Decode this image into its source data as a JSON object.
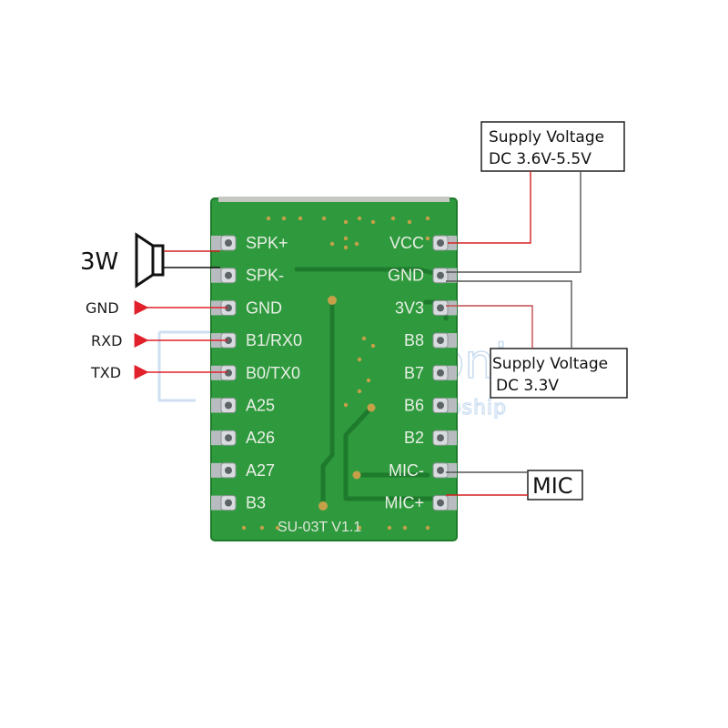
{
  "module": {
    "version": "SU-03T V1.1",
    "left_pins": [
      "SPK+",
      "SPK-",
      "GND",
      "B1/RX0",
      "B0/TX0",
      "A25",
      "A26",
      "A27",
      "B3"
    ],
    "right_pins": [
      "VCC",
      "GND",
      "3V3",
      "B8",
      "B7",
      "B6",
      "B2",
      "MIC-",
      "MIC+"
    ]
  },
  "external": {
    "speaker_label": "3W",
    "gnd_label": "GND",
    "rxd_label": "RXD",
    "txd_label": "TXD",
    "mic_label": "MIC"
  },
  "callouts": {
    "supply_5v": {
      "line1": "Supply Voltage",
      "line2": "DC 3.6V-5.5V"
    },
    "supply_3v3": {
      "line1": "Supply Voltage",
      "line2": "DC 3.3V"
    }
  },
  "watermark": {
    "main": "Electronica",
    "sub": "Wholesale&Dropship"
  },
  "colors": {
    "pcb": "#2f9a3d",
    "pcb_edge": "#1f7a2c",
    "wire_red": "#d42020",
    "wire_dark": "#333333",
    "arrow_red": "#e0202a",
    "pad_silver": "#c9cdd0"
  }
}
